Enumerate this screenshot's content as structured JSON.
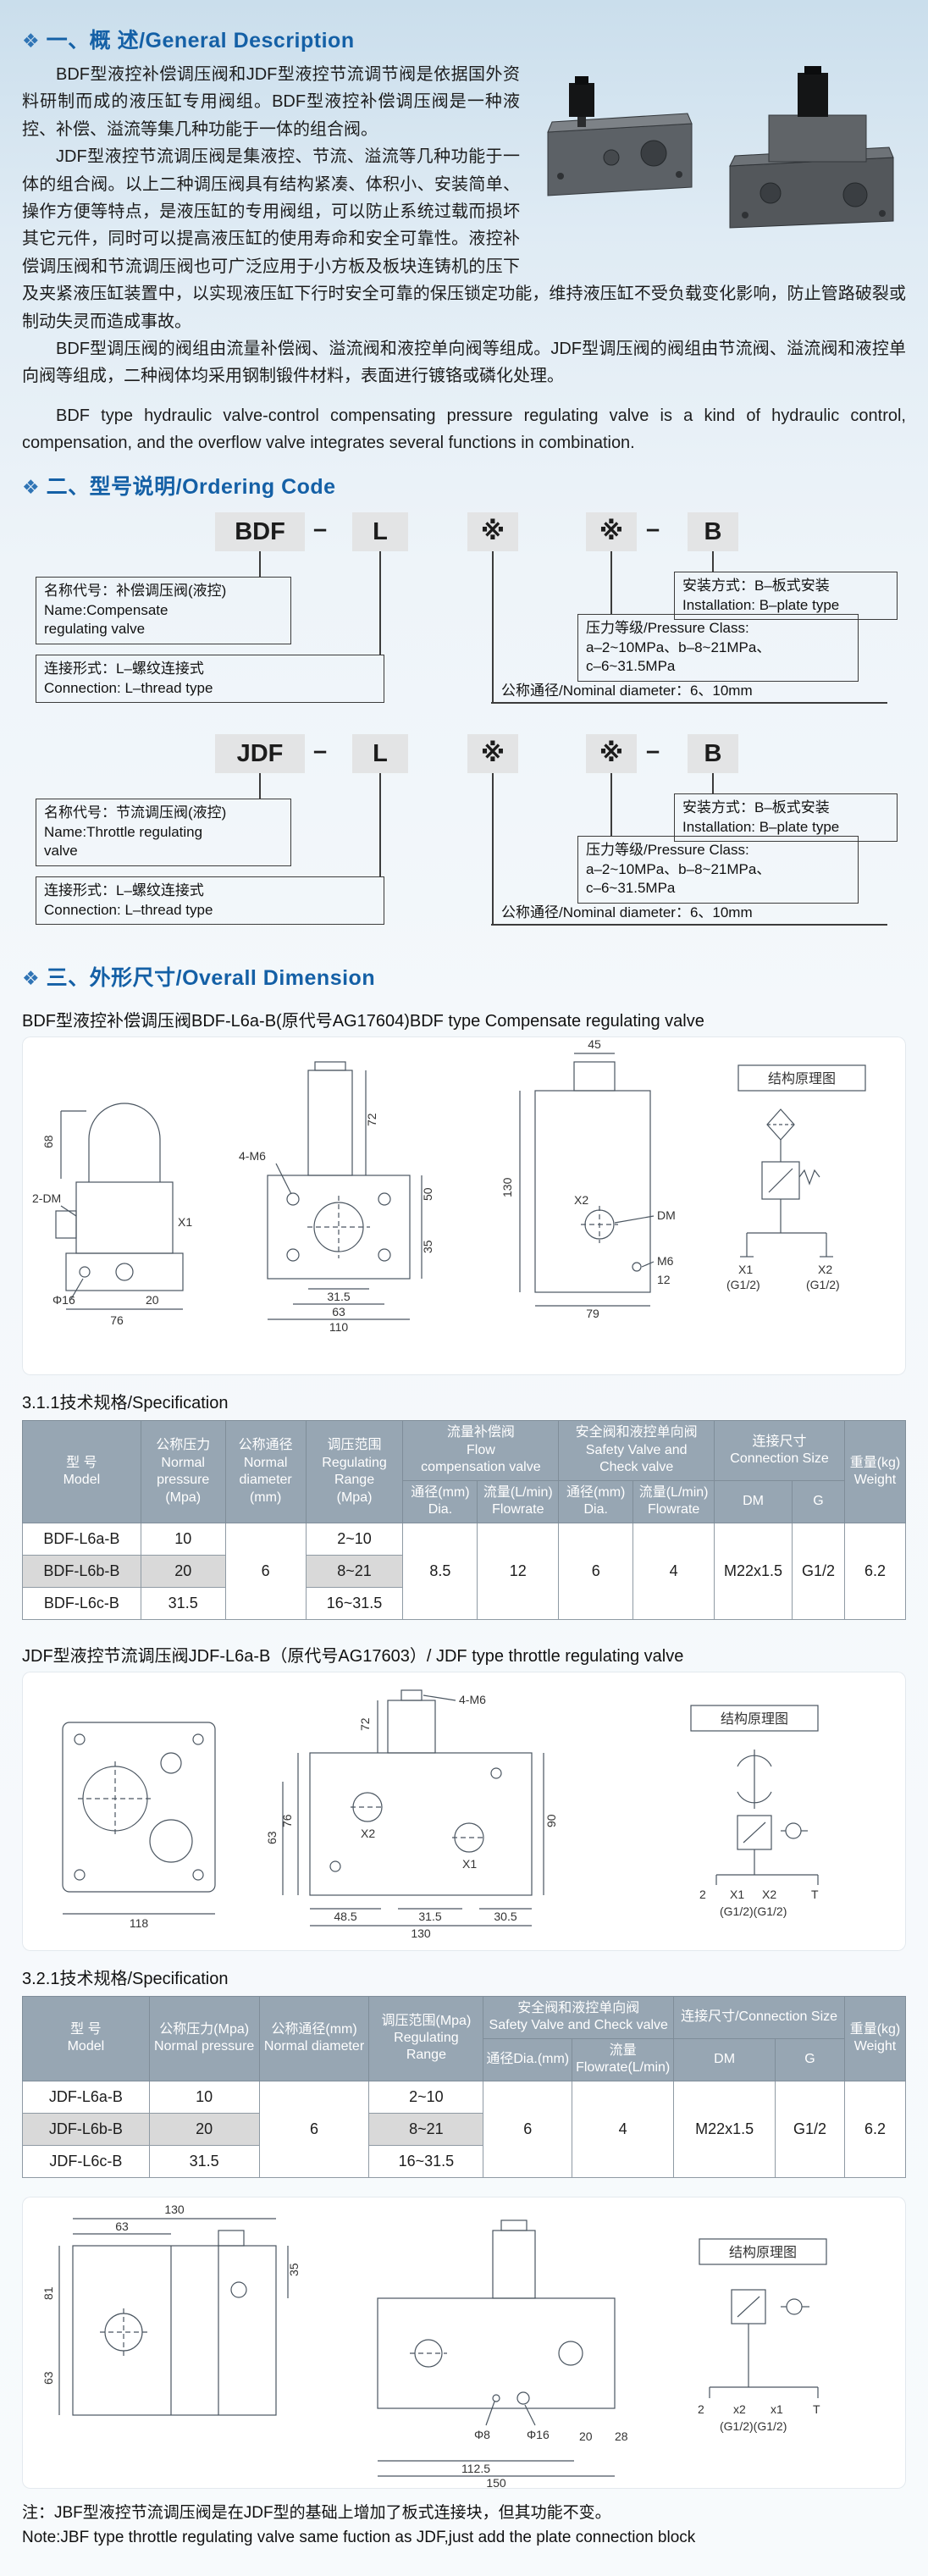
{
  "theme": {
    "accent": "#1460a6",
    "header_bg": "#97a6b3",
    "stripe": "#d9d9d9"
  },
  "s1": {
    "icon": "❖",
    "title": "一、概  述/General Description",
    "p1": "BDF型液控补偿调压阀和JDF型液控节流调节阀是依据国外资料研制而成的液压缸专用阀组。BDF型液控补偿调压阀是一种液控、补偿、溢流等集几种功能于一体的组合阀。",
    "p2": "JDF型液控节流调压阀是集液控、节流、溢流等几种功能于一体的组合阀。以上二种调压阀具有结构紧凑、体积小、安装简单、操作方便等特点，是液压缸的专用阀组，可以防止系统过载而损坏其它元件，同时可以提高液压缸的使用寿命和安全可靠性。液控补偿调压阀和节流调压阀也可广泛应用于小方板及板块连铸机的压下及夹紧液压缸装置中，以实现液压缸下行时安全可靠的保压锁定功能，维持液压缸不受负载变化影响，防止管路破裂或制动失灵而造成事故。",
    "p3": "BDF型调压阀的阀组由流量补偿阀、溢流阀和液控单向阀等组成。JDF型调压阀的阀组由节流阀、溢流阀和液控单向阀等组成，二种阀体均采用钢制锻件材料，表面进行镀铬或磷化处理。",
    "p_en": "BDF type hydraulic valve-control compensating pressure regulating valve is a kind of hydraulic control, compensation, and the overflow valve integrates several functions in combination."
  },
  "s2": {
    "icon": "❖",
    "title": "二、型号说明/Ordering Code",
    "bdf": {
      "c1": "BDF",
      "dash1": "–",
      "c2": "L",
      "c3": "※",
      "c4": "※",
      "dash2": "–",
      "c5": "B",
      "name1": "名称代号：补偿调压阀(液控)",
      "name2": "Name:Compensate",
      "name3": "regulating valve",
      "conn1": "连接形式：L–螺纹连接式",
      "conn2": "Connection: L–thread type",
      "inst1": "安装方式：B–板式安装",
      "inst2": "Installation: B–plate type",
      "pc1": "压力等级/Pressure Class:",
      "pc2": "a–2~10MPa、b–8~21MPa、",
      "pc3": "c–6~31.5MPa",
      "nd": "公称通径/Nominal diameter：6、10mm"
    },
    "jdf": {
      "c1": "JDF",
      "dash1": "–",
      "c2": "L",
      "c3": "※",
      "c4": "※",
      "dash2": "–",
      "c5": "B",
      "name1": "名称代号：节流调压阀(液控)",
      "name2": "Name:Throttle regulating",
      "name3": "valve",
      "conn1": "连接形式：L–螺纹连接式",
      "conn2": "Connection: L–thread type",
      "inst1": "安装方式：B–板式安装",
      "inst2": "Installation: B–plate type",
      "pc1": "压力等级/Pressure Class:",
      "pc2": "a–2~10MPa、b–8~21MPa、",
      "pc3": "c–6~31.5MPa",
      "nd": "公称通径/Nominal diameter：6、10mm"
    }
  },
  "s3": {
    "icon": "❖",
    "title": "三、外形尺寸/Overall Dimension",
    "sub1": "BDF型液控补偿调压阀BDF-L6a-B(原代号AG17604)BDF type Compensate regulating  valve",
    "spec1": "3.1.1技术规格/Specification",
    "sub2": "JDF型液控节流调压阀JDF-L6a-B（原代号AG17603）/ JDF type  throttle regulating  valve",
    "spec2": "3.2.1技术规格/Specification",
    "note1": "注：JBF型液控节流调压阀是在JDF型的基础上增加了板式连接块，但其功能不变。",
    "note2": "Note:JBF type throttle regulating valve same fuction as JDF,just add the plate connection block"
  },
  "t1": {
    "h": {
      "model": "型  号\nModel",
      "pressure": "公称压力\nNormal\npressure\n(Mpa)",
      "diameter": "公称通径\nNormal\ndiameter\n(mm)",
      "range": "调压范围\nRegulating\nRange\n(Mpa)",
      "flow": "流量补偿阀\nFlow\ncompensation valve",
      "safety": "安全阀和液控单向阀\nSafety Valve and\nCheck valve",
      "conn": "连接尺寸\nConnection Size",
      "weight": "重量(kg)\nWeight",
      "dia": "通径(mm)\nDia.",
      "flowrate": "流量(L/min)\nFlowrate",
      "dia2": "通径(mm)\nDia.",
      "flowrate2": "流量(L/min)\nFlowrate",
      "dm": "DM",
      "g": "G"
    },
    "rows": [
      {
        "model": "BDF-L6a-B",
        "pressure": "10",
        "range": "2~10"
      },
      {
        "model": "BDF-L6b-B",
        "pressure": "20",
        "range": "8~21"
      },
      {
        "model": "BDF-L6c-B",
        "pressure": "31.5",
        "range": "16~31.5"
      }
    ],
    "merged": {
      "diameter": "6",
      "flow_dia": "8.5",
      "flow_rate": "12",
      "safety_dia": "6",
      "safety_rate": "4",
      "dm": "M22x1.5",
      "g": "G1/2",
      "weight": "6.2"
    }
  },
  "t2": {
    "h": {
      "model": "型  号\nModel",
      "pressure": "公称压力(Mpa)\nNormal pressure",
      "diameter": "公称通径(mm)\nNormal diameter",
      "range": "调压范围(Mpa)\nRegulating Range",
      "safety": "安全阀和液控单向阀\nSafety Valve and Check valve",
      "dia": "通径Dia.(mm)",
      "flowrate": "流量Flowrate(L/min)",
      "conn": "连接尺寸/Connection Size",
      "dm": "DM",
      "g": "G",
      "weight": "重量(kg)\nWeight"
    },
    "rows": [
      {
        "model": "JDF-L6a-B",
        "pressure": "10",
        "range": "2~10"
      },
      {
        "model": "JDF-L6b-B",
        "pressure": "20",
        "range": "8~21"
      },
      {
        "model": "JDF-L6c-B",
        "pressure": "31.5",
        "range": "16~31.5"
      }
    ],
    "merged": {
      "diameter": "6",
      "safety_dia": "6",
      "safety_rate": "4",
      "dm": "M22x1.5",
      "g": "G1/2",
      "weight": "6.2"
    }
  },
  "d1": {
    "a68": "68",
    "a2dm": "2-DM",
    "ax1": "X1",
    "aphi": "Φ16",
    "a20": "20",
    "a76": "76",
    "b72": "72",
    "b4m6": "4-M6",
    "b50": "50",
    "b35": "35",
    "b315": "31.5",
    "b63": "63",
    "b110": "110",
    "c45": "45",
    "c130": "130",
    "cdm": "DM",
    "cx2": "X2",
    "cm6": "M6",
    "c12": "12",
    "c79": "79",
    "sch": "结构原理图",
    "px1": "X1",
    "pg1": "(G1/2)",
    "px2": "X2",
    "pg2": "(G1/2)"
  },
  "d2": {
    "a118": "118",
    "b4m6": "4-M6",
    "b72": "72",
    "b76": "76",
    "b63": "63",
    "b90": "90",
    "bx2": "X2",
    "bx1": "X1",
    "b485": "48.5",
    "b315": "31.5",
    "b305": "30.5",
    "b130": "130",
    "sch": "结构原理图",
    "t2": "2",
    "tx1": "X1",
    "tx2": "X2",
    "tt": "T",
    "tg": "(G1/2)(G1/2)"
  },
  "d3": {
    "a130": "130",
    "a63": "63",
    "a81": "81",
    "a63b": "63",
    "a35": "35",
    "bphi8": "Φ8",
    "bphi16": "Φ16",
    "b20": "20",
    "b28": "28",
    "b1125": "112.5",
    "b150": "150",
    "sch": "结构原理图",
    "t2": "2",
    "tx2": "x2",
    "tx1": "x1",
    "tt": "T",
    "tg": "(G1/2)(G1/2)"
  }
}
